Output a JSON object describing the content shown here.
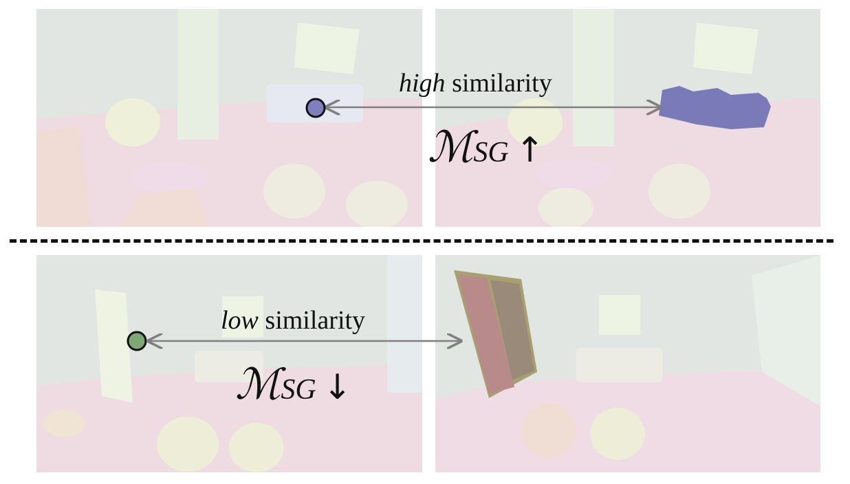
{
  "top": {
    "label_emphasis": "high",
    "label_rest": " similarity",
    "metric_symbol": "ℳ",
    "metric_subscript": "SG",
    "metric_arrow": "↑",
    "point_color": "#7f7fbf",
    "object_color": "#7a7ab8"
  },
  "bottom": {
    "label_emphasis": "low",
    "label_rest": " similarity",
    "metric_symbol": "ℳ",
    "metric_subscript": "SG",
    "metric_arrow": "↓",
    "point_color": "#7fa874",
    "object_color": "#9a8a7a"
  },
  "colors": {
    "arrow": "#808080",
    "divider": "#111111"
  }
}
